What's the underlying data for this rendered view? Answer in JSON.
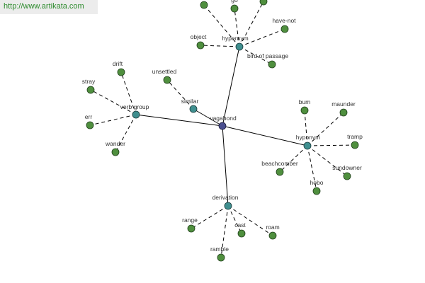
{
  "source_url": "http://www.artikata.com",
  "colors": {
    "leaf": "#4f8f3e",
    "relation": "#3f8f8f",
    "center": "#4a4f8f",
    "edge": "#000000",
    "url_text": "#2a8a2a"
  },
  "graph": {
    "center": {
      "id": "vagabond",
      "label": "vagabond"
    },
    "relations": [
      {
        "id": "hypernym1",
        "label": "hypernym"
      },
      {
        "id": "verbgroup",
        "label": "verb group"
      },
      {
        "id": "similar",
        "label": "similar"
      },
      {
        "id": "hyponym",
        "label": "hyponym"
      },
      {
        "id": "derivation",
        "label": "derivation"
      }
    ],
    "leaves": [
      {
        "id": "go",
        "parent": "hypernym1",
        "label": "go"
      },
      {
        "id": "have-not",
        "parent": "hypernym1",
        "label": "have-not"
      },
      {
        "id": "object",
        "parent": "hypernym1",
        "label": "object"
      },
      {
        "id": "bird-of-passage",
        "parent": "hypernym1",
        "label": "bird of passage"
      },
      {
        "id": "h-top1",
        "parent": "hypernym1",
        "label": ""
      },
      {
        "id": "h-top2",
        "parent": "hypernym1",
        "label": ""
      },
      {
        "id": "drift",
        "parent": "verbgroup",
        "label": "drift"
      },
      {
        "id": "stray",
        "parent": "verbgroup",
        "label": "stray"
      },
      {
        "id": "err",
        "parent": "verbgroup",
        "label": "err"
      },
      {
        "id": "wander",
        "parent": "verbgroup",
        "label": "wander"
      },
      {
        "id": "unsettled",
        "parent": "similar",
        "label": "unsettled"
      },
      {
        "id": "bum",
        "parent": "hyponym",
        "label": "bum"
      },
      {
        "id": "maunder",
        "parent": "hyponym",
        "label": "maunder"
      },
      {
        "id": "tramp",
        "parent": "hyponym",
        "label": "tramp"
      },
      {
        "id": "sundowner",
        "parent": "hyponym",
        "label": "sundowner"
      },
      {
        "id": "hobo",
        "parent": "hyponym",
        "label": "hobo"
      },
      {
        "id": "beachcomber",
        "parent": "hyponym",
        "label": "beachcomber"
      },
      {
        "id": "range",
        "parent": "derivation",
        "label": "range"
      },
      {
        "id": "cast",
        "parent": "derivation",
        "label": "cast"
      },
      {
        "id": "roam",
        "parent": "derivation",
        "label": "roam"
      },
      {
        "id": "ramble",
        "parent": "derivation",
        "label": "ramble"
      }
    ]
  }
}
